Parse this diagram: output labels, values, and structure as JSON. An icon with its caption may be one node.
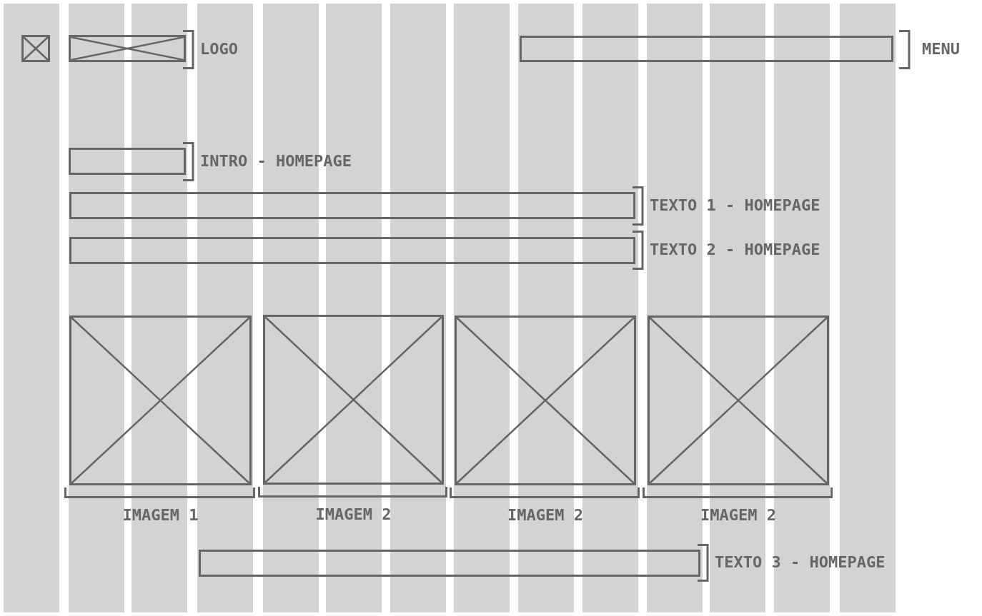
{
  "diagram": {
    "nodes": [
      {
        "text": [],
        "shape": "placeholder"
      },
      {
        "text": [],
        "shape": "placeholder",
        "beside": [
          "LOGO"
        ]
      },
      {
        "text": [],
        "shape": "box",
        "beside": [
          "MENU"
        ]
      },
      {
        "text": [],
        "shape": "box",
        "beside": [
          "INTRO - HOMEPAGE"
        ]
      },
      {
        "text": [],
        "shape": "box",
        "beside": [
          "TEXTO 1 - HOMEPAGE"
        ]
      },
      {
        "text": [],
        "shape": "box",
        "beside": [
          "TEXTO 2 - HOMEPAGE"
        ]
      },
      {
        "text": [],
        "shape": "placeholder",
        "beside": [
          "IMAGEM 1"
        ]
      },
      {
        "text": [],
        "shape": "placeholder",
        "beside": [
          "IMAGEM 2"
        ]
      },
      {
        "text": [],
        "shape": "placeholder",
        "beside": [
          "IMAGEM 2"
        ]
      },
      {
        "text": [],
        "shape": "placeholder",
        "beside": [
          "IMAGEM 2"
        ]
      },
      {
        "text": [],
        "shape": "box",
        "beside": [
          "TEXTO 3 - HOMEPAGE"
        ]
      }
    ]
  }
}
